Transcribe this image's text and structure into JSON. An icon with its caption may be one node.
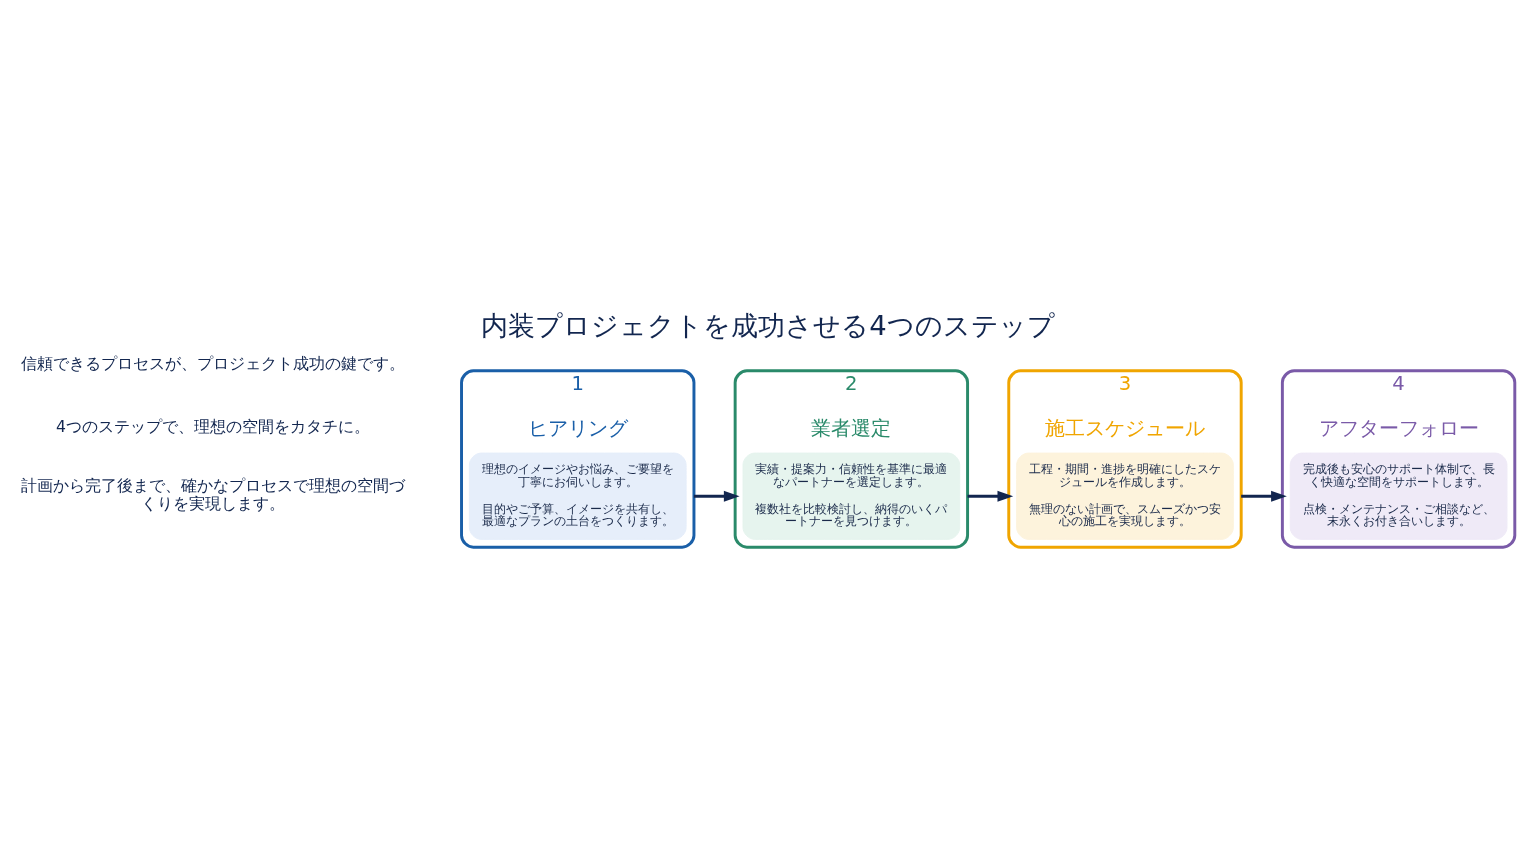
{
  "diagram": {
    "title": "内装プロジェクトを成功させる4つのステップ",
    "nodes": [
      {
        "text": [
          "1",
          "ヒアリング"
        ]
      },
      {
        "text": [
          "理想のイメージやお悩み、ご要望を丁寧にお伺いします。",
          "目的やご予算、イメージを共有し、最適なプランの土台をつくります。"
        ],
        "in": 0
      },
      {
        "text": [
          "2",
          "業者選定"
        ]
      },
      {
        "text": [
          "実績・提案力・信頼性を基準に最適なパートナーを選定します。",
          "複数社を比較検討し、納得のいくパートナーを見つけます。"
        ],
        "in": 2
      },
      {
        "text": [
          "3",
          "施工スケジュール"
        ]
      },
      {
        "text": [
          "工程・期間・進捗を明確にしたスケジュールを作成します。",
          "無理のない計画で、スムーズかつ安心の施工を実現します。"
        ],
        "in": 4
      },
      {
        "text": [
          "4",
          "アフターフォロー"
        ]
      },
      {
        "text": [
          "完成後も安心のサポート体制で、長く快適な空間をサポートします。",
          "点検・メンテナンス・ご相談など、末永くお付き合いします。"
        ],
        "in": 6
      }
    ],
    "edges": [
      {
        "from": 0,
        "to": 2,
        "arrow": "to"
      },
      {
        "from": 2,
        "to": 4,
        "arrow": "to"
      },
      {
        "from": 4,
        "to": 6,
        "arrow": "to"
      }
    ],
    "labels": [
      "計画から完了後まで、確かなプロセスで理想の空間づくりを実現します。",
      "4つのステップで、理想の空間をカタチに。",
      "信頼できるプロセスが、プロジェクト成功の鍵です。"
    ]
  }
}
